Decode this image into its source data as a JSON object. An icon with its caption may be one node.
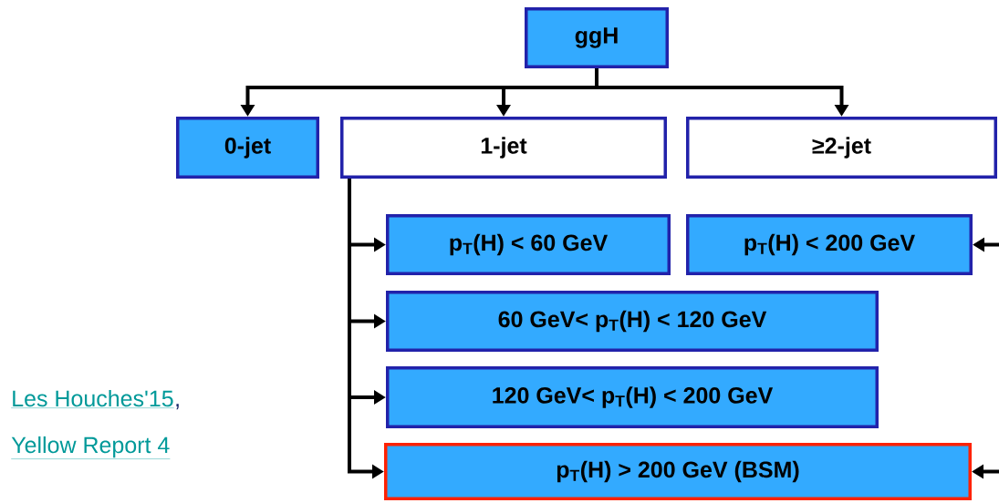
{
  "diagram": {
    "nodes": [
      {
        "text": [
          "ggH"
        ]
      },
      {
        "text": [
          "0-jet"
        ]
      },
      {
        "text": [
          "1-jet"
        ]
      },
      {
        "text": [
          "≥2-jet"
        ]
      },
      {
        "text": [
          "p$_{T}$(H) < 60 GeV"
        ]
      },
      {
        "text": [
          "p$_{T}$(H) < 200 GeV"
        ]
      },
      {
        "text": [
          "60 GeV< p$_{T}$(H) < 120 GeV"
        ]
      },
      {
        "text": [
          "120 GeV< p$_{T}$(H) < 200 GeV"
        ]
      },
      {
        "text": [
          "p$_{T}$(H) > 200 GeV (BSM)"
        ]
      }
    ],
    "edges": [
      {
        "from": 0,
        "to": 1,
        "arrow": "to"
      },
      {
        "from": 0,
        "to": 2,
        "arrow": "to"
      },
      {
        "from": 0,
        "to": 3,
        "arrow": "to"
      },
      {
        "from": 2,
        "to": 4,
        "arrow": "to"
      },
      {
        "from": 2,
        "to": 6,
        "arrow": "to"
      },
      {
        "from": 2,
        "to": 7,
        "arrow": "to"
      },
      {
        "from": 2,
        "to": 8,
        "arrow": "to"
      },
      {
        "from": null,
        "to": 5,
        "arrow": "to"
      },
      {
        "from": null,
        "to": 8,
        "arrow": "to"
      }
    ],
    "labels": [
      "Les Houches'15",
      ",",
      "Yellow Report 4"
    ]
  }
}
